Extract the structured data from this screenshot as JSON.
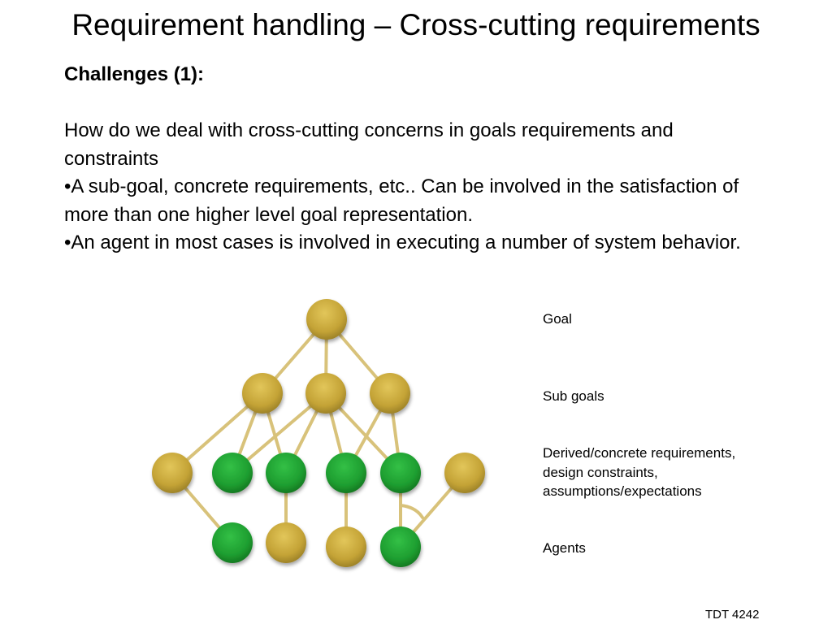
{
  "title": "Requirement handling – Cross-cutting requirements",
  "content": {
    "heading": "Challenges (1):",
    "paragraph": "How do we deal with cross-cutting concerns in goals requirements and constraints",
    "bullets": [
      "•A sub-goal, concrete requirements, etc.. Can be involved in the satisfaction of more than one higher level goal representation.",
      "•An agent in most cases is involved in executing a number of system behavior."
    ]
  },
  "legend": {
    "goal": "Goal",
    "subgoals": "Sub goals",
    "requirements": [
      "Derived/concrete requirements,",
      "design constraints,",
      "assumptions/expectations"
    ],
    "agents": "Agents"
  },
  "footer": "TDT 4242",
  "colors": {
    "gold": "#c8a83a",
    "green": "#1fa331",
    "edge": "#d8c27a"
  }
}
